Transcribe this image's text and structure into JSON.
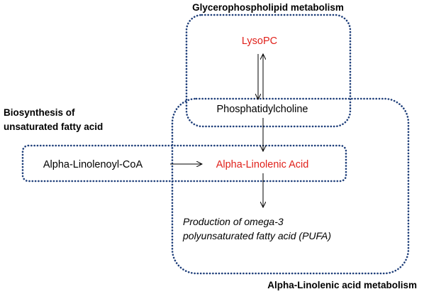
{
  "colors": {
    "box_border": "#1f3f7a",
    "highlight_text": "#e0211b",
    "normal_text": "#000000",
    "arrow": "#000000"
  },
  "regions": {
    "glycero": {
      "title": "Glycerophospholipid metabolism"
    },
    "biosynthesis": {
      "title_line1": "Biosynthesis of",
      "title_line2": "unsaturated fatty acid"
    },
    "alpha": {
      "title": "Alpha-Linolenic acid metabolism"
    }
  },
  "nodes": {
    "lysopc": "LysoPC",
    "phosphatidylcholine": "Phosphatidylcholine",
    "alpha_linolenoyl_coa": "Alpha-Linolenoyl-CoA",
    "alpha_linolenic_acid": "Alpha-Linolenic Acid",
    "production_line1": "Production of  omega-3",
    "production_line2": "polyunsaturated fatty acid (PUFA)"
  }
}
